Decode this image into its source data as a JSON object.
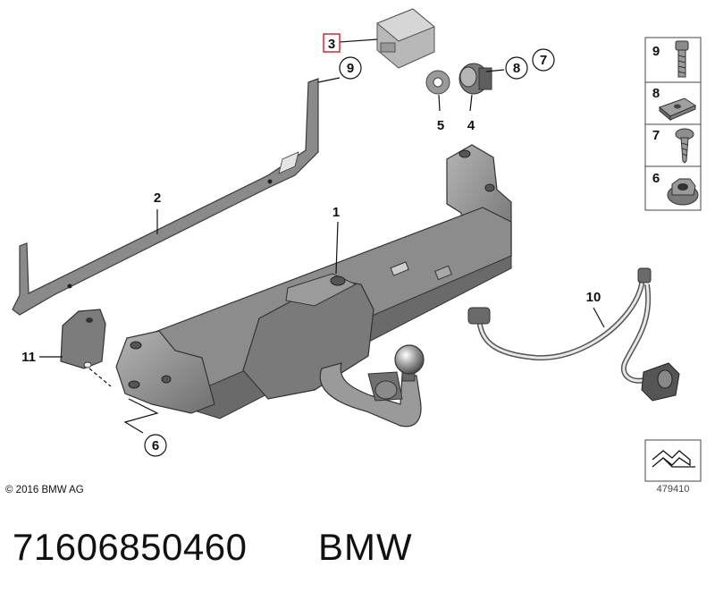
{
  "callouts": {
    "c1": "1",
    "c2": "2",
    "c3": "3",
    "c4": "4",
    "c5": "5",
    "c6": "6",
    "c7": "7",
    "c8": "8",
    "c9": "9",
    "c10": "10",
    "c11": "11"
  },
  "legend": {
    "l9": "9",
    "l8": "8",
    "l7": "7",
    "l6": "6"
  },
  "copyright": "© 2016 BMW AG",
  "reference_number": "479410",
  "part_number": "71606850460",
  "brand": "BMW",
  "colors": {
    "part_fill": "#8f8f8f",
    "part_dark": "#5f5f5f",
    "highlight_box": "#d9363e"
  }
}
